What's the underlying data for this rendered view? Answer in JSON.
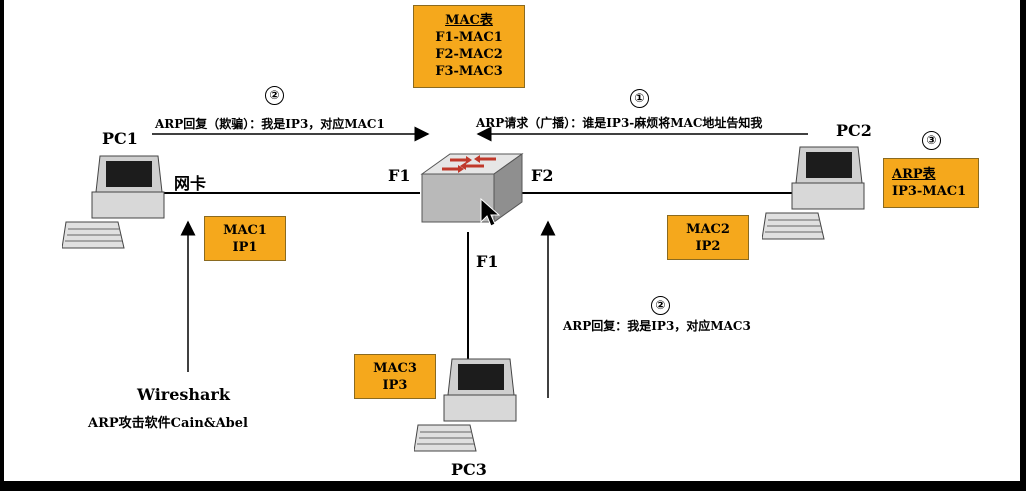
{
  "mac_table": {
    "title": "MAC表",
    "entries": [
      "F1-MAC1",
      "F2-MAC2",
      "F3-MAC3"
    ]
  },
  "arp_table": {
    "title": "ARP表",
    "entry": "IP3-MAC1"
  },
  "pc1": {
    "name": "PC1",
    "nic_label": "网卡",
    "mac": "MAC1",
    "ip": "IP1"
  },
  "pc2": {
    "name": "PC2",
    "mac": "MAC2",
    "ip": "IP2"
  },
  "pc3": {
    "name": "PC3",
    "mac": "MAC3",
    "ip": "IP3"
  },
  "switch": {
    "port_left": "F1",
    "port_right": "F2",
    "port_bottom": "F1"
  },
  "steps": {
    "step1_num": "①",
    "step1_text": "ARP请求（广播）：谁是IP3-麻烦将MAC地址告知我",
    "step2_top_num": "②",
    "step2_top_text": "ARP回复（欺骗）：我是IP3，对应MAC1",
    "step2_bottom_num": "②",
    "step2_bottom_text": "ARP回复：我是IP3，对应MAC3",
    "step3_num": "③"
  },
  "attacker": {
    "tool1": "Wireshark",
    "tool2": "ARP攻击软件Cain&Abel"
  },
  "colors": {
    "box_fill": "#f5a81c",
    "arrow_red": "#c0392b"
  }
}
